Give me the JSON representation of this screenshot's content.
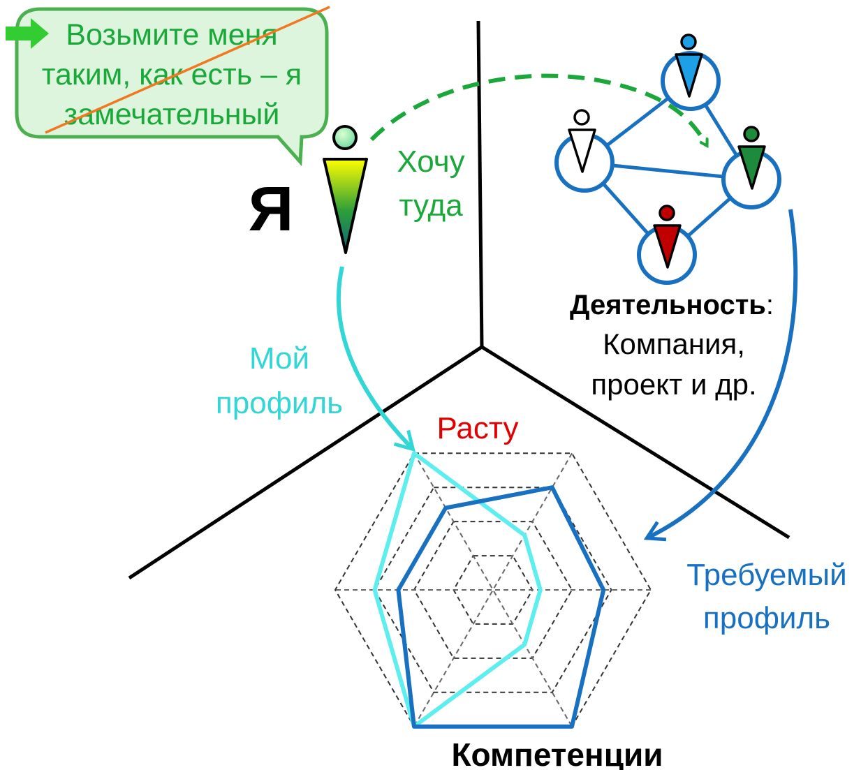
{
  "speech_bubble": {
    "lines": [
      "Возьмите меня",
      "таким, как есть – я",
      "замечательный"
    ],
    "fill": "#dcf5dc",
    "border": "#4caf50",
    "strike_color": "#f07820"
  },
  "me_label": "Я",
  "want_label": [
    "Хочу",
    "туда"
  ],
  "my_profile_label": [
    "Мой",
    "профиль"
  ],
  "grow_label": "Расту",
  "activity": {
    "bold": "Деятельность",
    "colon": ":",
    "lines": [
      "Компания,",
      "проект и др."
    ]
  },
  "required_profile_label": [
    "Требуемый",
    "профиль"
  ],
  "competencies_label": "Компетенции",
  "colors": {
    "green": "#1aa83a",
    "cyan": "#33d6d6",
    "cyan_profile": "#5eeef0",
    "blue": "#1870c0",
    "red": "#e00000",
    "grid": "#333333",
    "axis": "#000000"
  },
  "radar": {
    "levels": 4,
    "my_profile": [
      1.0,
      0.4,
      0.3,
      0.4,
      1.0,
      0.75
    ],
    "required_profile": [
      0.6,
      0.75,
      0.7,
      1.0,
      1.0,
      0.6
    ]
  },
  "people": [
    {
      "name": "blue-person",
      "color": "#1ea0e6"
    },
    {
      "name": "white-person",
      "color": "#ffffff"
    },
    {
      "name": "green-person",
      "color": "#1e8a3c"
    },
    {
      "name": "red-person",
      "color": "#c00000"
    }
  ]
}
